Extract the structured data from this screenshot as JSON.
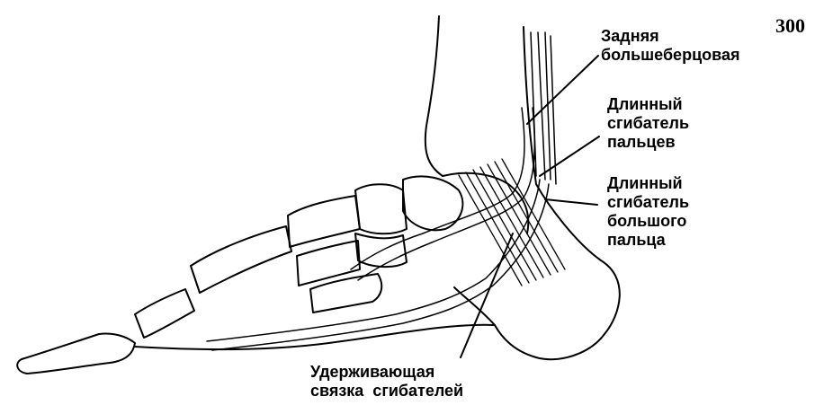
{
  "page_number": "300",
  "labels": {
    "posterior_tibial": [
      "Задняя",
      "большеберцовая"
    ],
    "flexor_digitorum_longus": [
      "Длинный",
      "сгибатель",
      "пальцев"
    ],
    "flexor_hallucis_longus": [
      "Длинный",
      "сгибатель",
      "большого",
      "пальца"
    ],
    "flexor_retinaculum": [
      "Удерживающая",
      "связка  сгибателей"
    ]
  },
  "colors": {
    "ink": "#000000",
    "paper": "#ffffff"
  }
}
